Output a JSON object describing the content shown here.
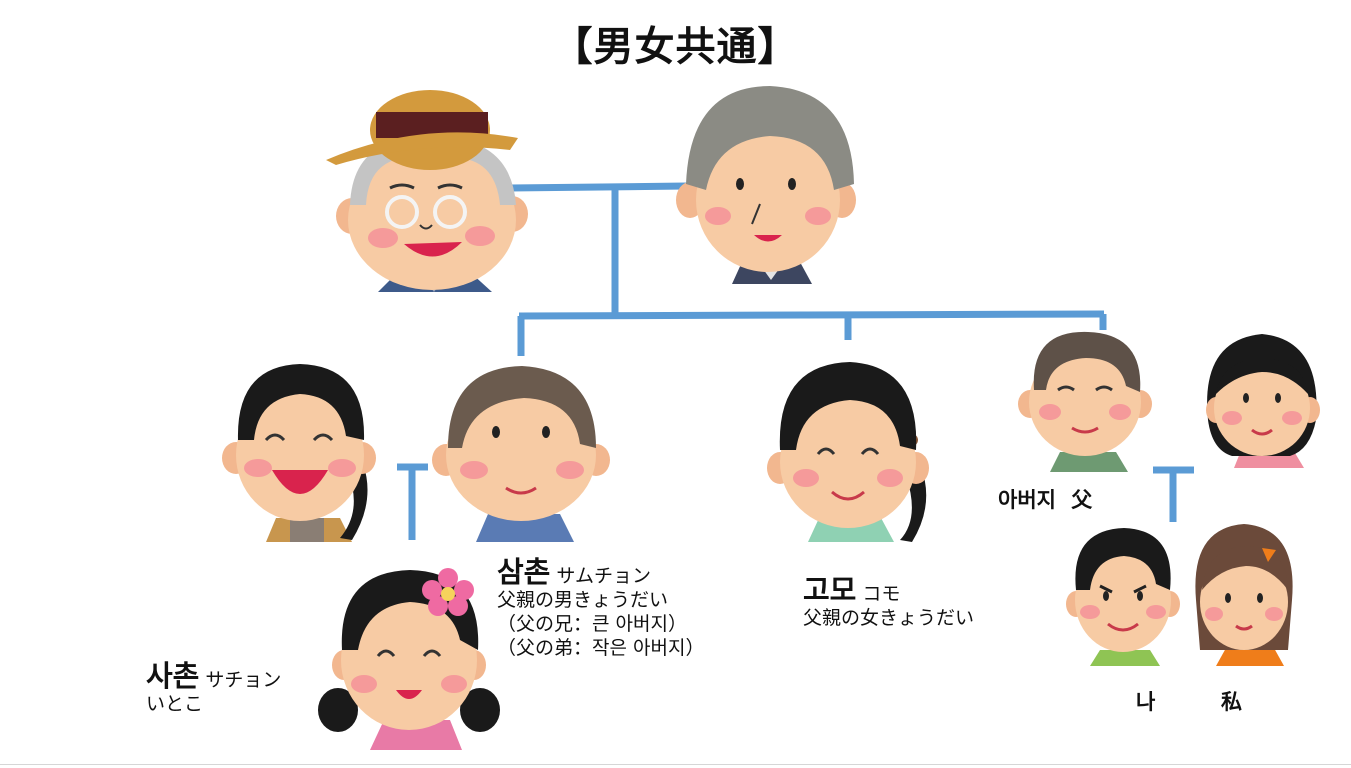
{
  "title": "【男女共通】",
  "labels": {
    "cousin": {
      "ko": "사촌",
      "kana": "サチョン",
      "ja": "いとこ"
    },
    "uncle": {
      "ko": "삼촌",
      "kana": "サムチョン",
      "ja": "父親の男きょうだい",
      "older": "（父の兄：큰 아버지）",
      "younger": "（父の弟：작은 아버지）"
    },
    "aunt": {
      "ko": "고모",
      "kana": "コモ",
      "ja": "父親の女きょうだい"
    },
    "father": {
      "ko": "아버지",
      "ja": "父"
    },
    "me": {
      "ko": "나",
      "ja": "私"
    }
  },
  "colors": {
    "line": "#5b9bd5",
    "skin": "#f7cba4",
    "cheek": "#f59a9a"
  },
  "people": [
    {
      "id": "grandfather",
      "icon": "grandfather-icon"
    },
    {
      "id": "grandmother",
      "icon": "grandmother-icon"
    },
    {
      "id": "uncle-wife",
      "icon": "uncle-wife-icon"
    },
    {
      "id": "uncle",
      "icon": "uncle-icon"
    },
    {
      "id": "aunt",
      "icon": "aunt-icon"
    },
    {
      "id": "father",
      "icon": "father-icon"
    },
    {
      "id": "mother",
      "icon": "mother-icon"
    },
    {
      "id": "cousin",
      "icon": "cousin-girl-icon"
    },
    {
      "id": "me-boy",
      "icon": "boy-icon"
    },
    {
      "id": "me-girl",
      "icon": "girl-icon"
    }
  ]
}
